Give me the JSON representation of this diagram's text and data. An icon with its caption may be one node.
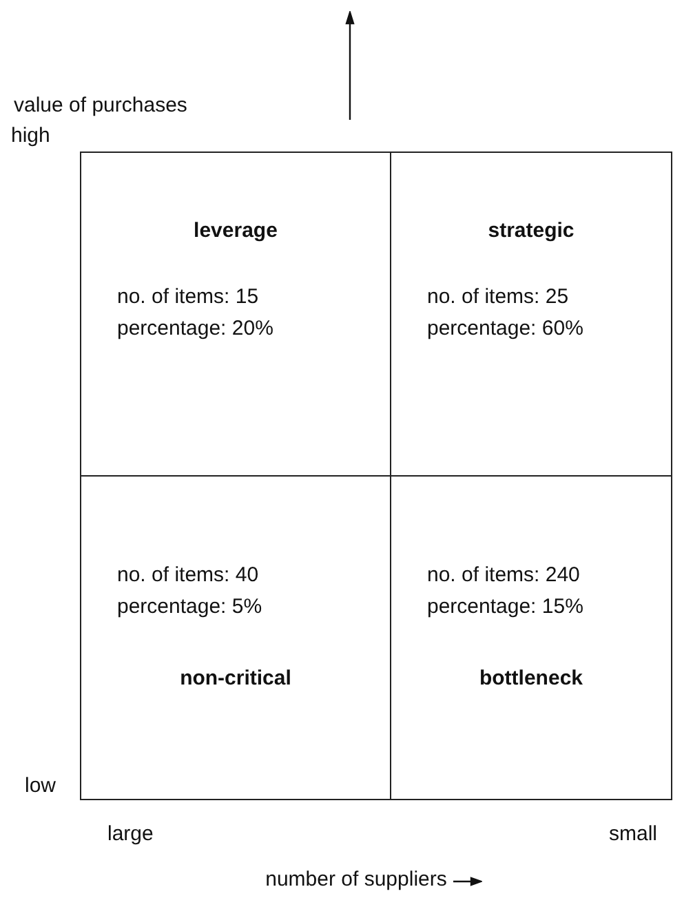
{
  "diagram": {
    "nodes": [
      {
        "text": [
          "leverage",
          "no. of items: 15 percentage: 20%"
        ]
      },
      {
        "text": [
          "strategic",
          "no. of items: 25 percentage: 60%"
        ]
      },
      {
        "text": [
          "no. of items: 40 percentage: 5%",
          "non-critical"
        ]
      },
      {
        "text": [
          "no. of items: 240 percentage: 15%",
          "bottleneck"
        ]
      }
    ],
    "edges": [],
    "labels": [
      "value of purchases",
      "high",
      "low",
      "large",
      "small",
      "number of suppliers"
    ]
  }
}
